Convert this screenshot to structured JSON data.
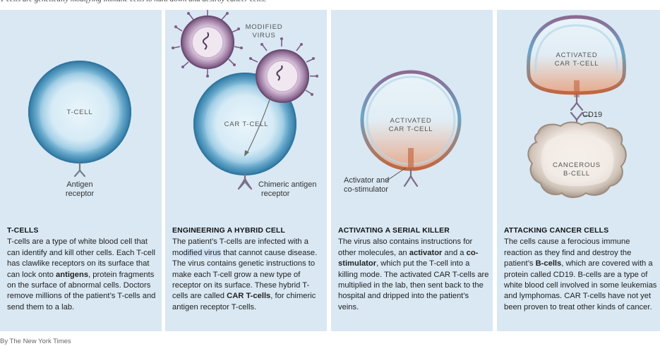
{
  "top_text": "T-cells are genetically modifying immune cells to hunt down and destroy cancer cells.",
  "panels": [
    {
      "labels": {
        "cell": "T-CELL"
      },
      "captions": {
        "receptor_1": "Antigen",
        "receptor_2": "receptor"
      },
      "heading": "T-CELLS",
      "body": {
        "t1": "T-cells are a type of white blood cell that can identify and kill other cells. Each T-cell has clawlike receptors on its surface that can lock onto ",
        "b1": "antigens",
        "t2": ", protein fragments on the surface of abnormal cells. Doctors remove millions of the patient’s T-cells and send them to a lab."
      }
    },
    {
      "labels": {
        "virus_1": "MODIFIED",
        "virus_2": "VIRUS",
        "cell": "CAR T-CELL"
      },
      "captions": {
        "receptor_1": "Chimeric antigen",
        "receptor_2": "receptor"
      },
      "heading": "ENGINEERING A HYBRID CELL",
      "body": {
        "t1": "The patient’s T-cells are infected with a mo",
        "h1": "dified virus",
        "t2": " that cannot cause disease. The virus contains genetic instructions to make each T-cell grow a new type of receptor on its surface. These hybrid T-cells are called ",
        "b1": "CAR T-cells",
        "t3": ", for chimeric antigen receptor T-cells."
      }
    },
    {
      "labels": {
        "cell_1": "ACTIVATED",
        "cell_2": "CAR T-CELL"
      },
      "captions": {
        "activator_1": "Activator and",
        "activator_2": "co-stimulator"
      },
      "heading": "ACTIVATING A SERIAL KILLER",
      "body": {
        "t1": "The virus also contains instructions for other molecules, an ",
        "b1": "activator",
        "t2": " and a ",
        "b2": "co-stimulator",
        "t3": ", which put the T-cell into a killing mode. The activated CAR T-cells are multiplied in the lab, then sent back to the hospital and dripped into the patient’s veins."
      }
    },
    {
      "labels": {
        "cell_1": "ACTIVATED",
        "cell_2": "CAR T-CELL",
        "cancer_1": "CANCEROUS",
        "cancer_2": "B-CELL"
      },
      "captions": {
        "cd19": "CD19"
      },
      "heading": "ATTACKING CANCER CELLS",
      "body": {
        "t1": "The cells cause a ferocious immune reaction as they find and destroy the patient’s ",
        "b1": "B-cells",
        "t2": ", which are covered with a protein called CD19. B-cells are a type of white blood cell involved in some leukemias and lymphomas. CAR T-cells have not yet been proven to treat other kinds of cancer."
      }
    }
  ],
  "credit": "By The New York Times",
  "colors": {
    "panel_bg": "#d9e8f3",
    "cell_outer": "#3f88ad",
    "cell_mid": "#89bfdb",
    "cell_inner": "#dbeef8",
    "virus": "#7f5d86",
    "virus_core": "#e6d7e9",
    "activator": "#c4704e",
    "cancer": "#b9aca1"
  }
}
